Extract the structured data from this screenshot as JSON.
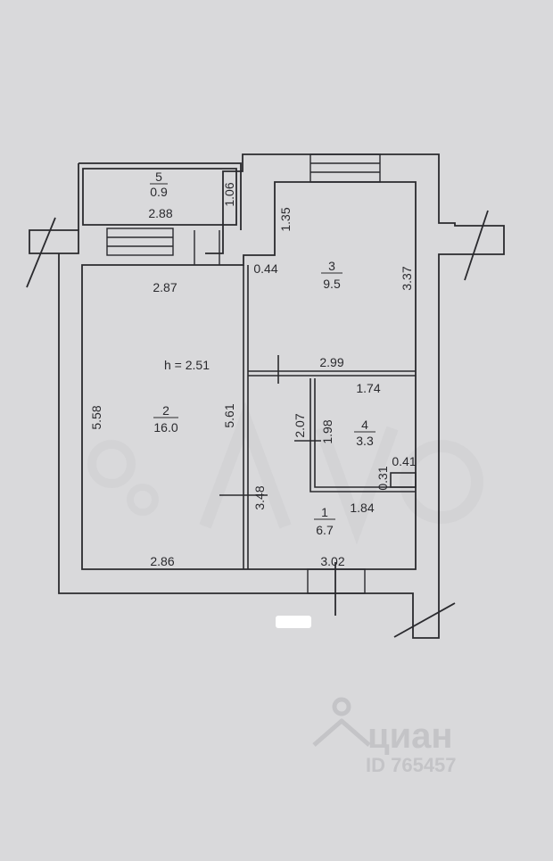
{
  "plan": {
    "height_label": "h = 2.51",
    "rooms": [
      {
        "id": "room-5-balcony",
        "number": "5",
        "area": "0.9"
      },
      {
        "id": "room-2",
        "number": "2",
        "area": "16.0"
      },
      {
        "id": "room-3",
        "number": "3",
        "area": "9.5"
      },
      {
        "id": "room-4",
        "number": "4",
        "area": "3.3"
      },
      {
        "id": "room-1",
        "number": "1",
        "area": "6.7"
      }
    ],
    "dimensions": {
      "balcony_width": "2.88",
      "balcony_depth": "1.06",
      "room2_top": "2.87",
      "room2_left": "5.58",
      "room2_right": "5.61",
      "room2_bottom": "2.86",
      "room3_step_height": "1.35",
      "room3_step_width": "0.44",
      "room3_right": "3.37",
      "room3_bottom": "2.99",
      "room4_top": "1.74",
      "room1_wall_top": "2.07",
      "room4_left": "1.98",
      "room1_left": "3.48",
      "room4_niche_width": "0.41",
      "room4_niche_height": "0.31",
      "room4_bottom": "1.84",
      "room1_bottom": "3.02"
    }
  },
  "watermark": {
    "brand": "циан",
    "id_text": "ID 765457"
  },
  "colors": {
    "background": "#d9d9db",
    "wall": "#2a2a2e",
    "watermark": "#c4c4c7"
  }
}
